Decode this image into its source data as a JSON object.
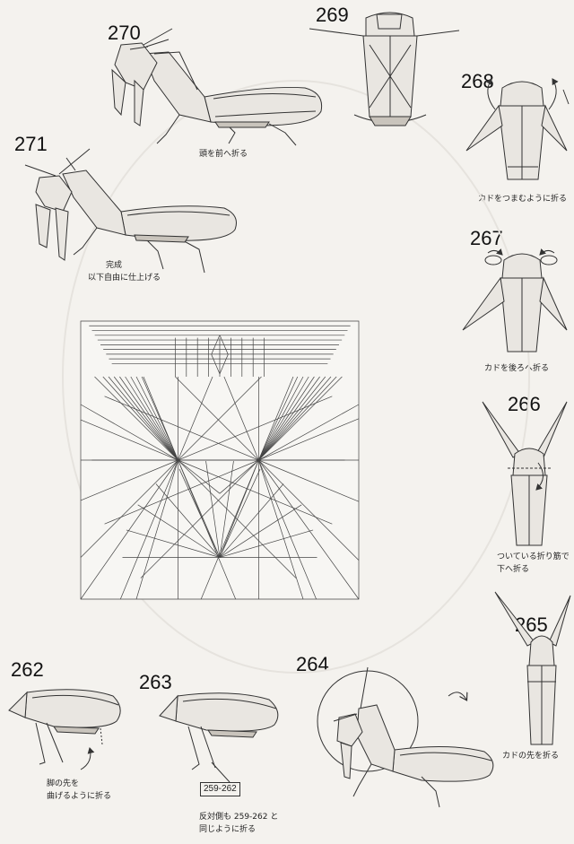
{
  "steps": {
    "s262": {
      "number": "262",
      "caption_line1": "脚の先を",
      "caption_line2": "曲げるように折る"
    },
    "s263": {
      "number": "263",
      "reference": "259-262",
      "caption_line1": "反対側も 259-262 と",
      "caption_line2": "同じように折る"
    },
    "s264": {
      "number": "264"
    },
    "s265": {
      "number": "265",
      "caption": "カドの先を折る"
    },
    "s266": {
      "number": "266",
      "caption_line1": "ついている折り筋で",
      "caption_line2": "下へ折る"
    },
    "s267": {
      "number": "267",
      "caption": "カドを後ろへ折る"
    },
    "s268": {
      "number": "268",
      "caption": "カドをつまむように折る"
    },
    "s269": {
      "number": "269"
    },
    "s270": {
      "number": "270",
      "caption": "頭を前へ折る"
    },
    "s271": {
      "number": "271",
      "caption_line1": "完成",
      "caption_line2": "以下自由に仕上げる"
    }
  },
  "colors": {
    "line": "#333333",
    "fill": "#e9e6e1",
    "shade": "#c9c4bc",
    "background": "#f4f2ee"
  },
  "icons": [
    "curved-arrow-icon",
    "rotate-arrow-icon",
    "crease-pattern"
  ]
}
